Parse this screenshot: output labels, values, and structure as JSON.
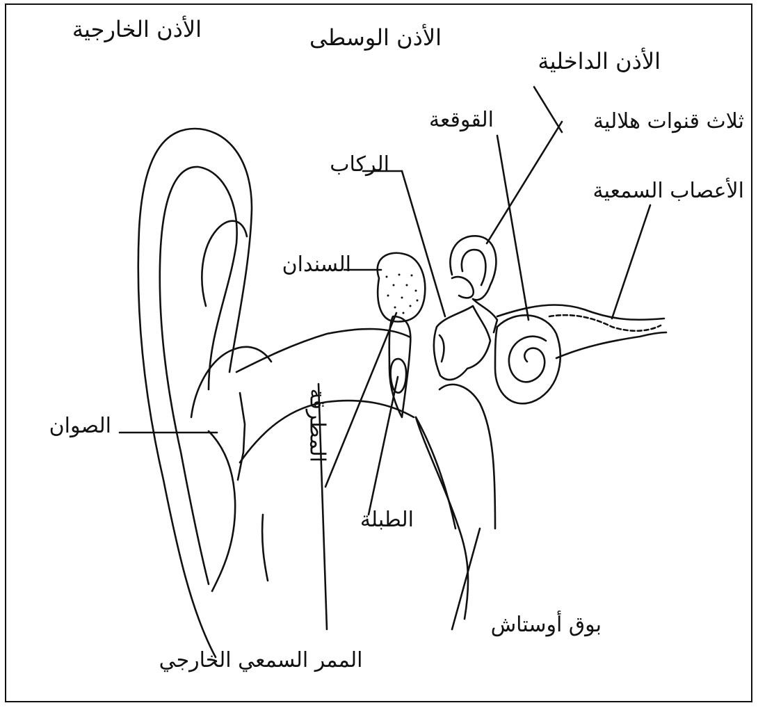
{
  "headers": {
    "outer_ear": "الأذن الخارجية",
    "middle_ear": "الأذن الوسطى",
    "inner_ear": "الأذن الداخلية"
  },
  "labels": {
    "cochlea": "القوقعة",
    "semicircular_canals": "ثلاث قنوات هلالية",
    "stirrup": "الركاب",
    "auditory_nerves": "الأعصاب السمعية",
    "anvil": "السندان",
    "pinna": "الصوان",
    "hammer": "المطرقة",
    "eardrum": "الطبلة",
    "eustachian_tube": "بوق أوستاش",
    "ear_canal": "الممر السمعي الخارجي"
  },
  "colors": {
    "ink": "#111111",
    "paper": "#ffffff"
  }
}
